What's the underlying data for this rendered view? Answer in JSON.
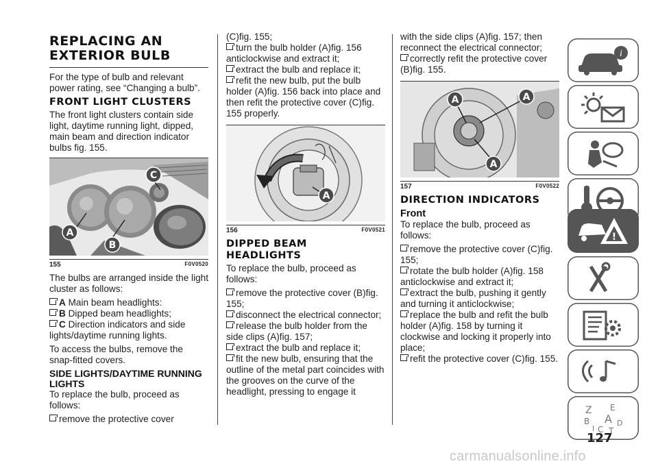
{
  "page_number": "127",
  "watermark": "carmanualsonline.info",
  "col1": {
    "title_l1": "REPLACING AN",
    "title_l2": "EXTERIOR BULB",
    "intro": "For the type of bulb and relevant power rating, see “Changing a bulb”.",
    "h_front": "FRONT LIGHT CLUSTERS",
    "front_text": "The front light clusters contain side light, daytime running light, dipped, main beam and direction indicator bulbs fig. 155.",
    "fig_num": "155",
    "fig_code": "F0V0520",
    "callouts": {
      "a": "A",
      "b": "B",
      "c": "C"
    },
    "arranged": "The bulbs are arranged inside the light cluster as follows:",
    "bulb_a_key": "A",
    "bulb_a": "Main beam headlights:",
    "bulb_b_key": "B",
    "bulb_b": "Dipped beam headlights;",
    "bulb_c_key": "C",
    "bulb_c": "Direction indicators and side lights/daytime running lights.",
    "access": "To access the bulbs, remove the snap-fitted covers.",
    "h_side_l1": "SIDE LIGHTS/DAYTIME RUNNING",
    "h_side_l2": "LIGHTS",
    "side_text": "To replace the bulb, proceed as follows:",
    "side_b1": "remove the protective cover"
  },
  "col2": {
    "cont": "(C)fig. 155;",
    "b1": "turn the bulb holder (A)fig. 156 anticlockwise and extract it;",
    "b2": "extract the bulb and replace it;",
    "b3": "refit the new bulb, put the bulb holder (A)fig. 156 back into place and then refit the protective cover (C)fig. 155 properly.",
    "fig_num": "156",
    "fig_code": "F0V0521",
    "callout": "A",
    "h_dipped_l1": "DIPPED BEAM",
    "h_dipped_l2": "HEADLIGHTS",
    "dipped_text": "To replace the bulb, proceed as follows:",
    "d1": "remove the protective cover (B)fig. 155;",
    "d2": "disconnect the electrical connector;",
    "d3": "release the bulb holder from the side clips (A)fig. 157;",
    "d4": "extract the bulb and replace it;",
    "d5": "fit the new bulb, ensuring that the outline of the metal part coincides with the grooves on the curve of the headlight, pressing to engage it"
  },
  "col3": {
    "cont": "with the side clips (A)fig. 157; then reconnect the electrical connector;",
    "b1": "correctly refit the protective cover (B)fig. 155.",
    "fig_num": "157",
    "fig_code": "F0V0522",
    "callout": "A",
    "h_dir": "DIRECTION INDICATORS",
    "h_front": "Front",
    "dir_text": "To replace the bulb, proceed as follows:",
    "e1": "remove the protective cover (C)fig. 155;",
    "e2": "rotate the bulb holder (A)fig. 158 anticlockwise and extract it;",
    "e3": "extract the bulb, pushing it gently and turning it anticlockwise;",
    "e4": "replace the bulb and refit the bulb holder (A)fig. 158 by turning it clockwise and locking it properly into place;",
    "e5": "refit the protective cover (C)fig. 155."
  },
  "nav_tabs": [
    {
      "icon": "car-info-icon",
      "active": false
    },
    {
      "icon": "warning-lights-icon",
      "active": false
    },
    {
      "icon": "airbag-safety-icon",
      "active": false
    },
    {
      "icon": "steering-key-icon",
      "active": false
    },
    {
      "icon": "breakdown-icon",
      "active": true
    },
    {
      "icon": "maintenance-icon",
      "active": false
    },
    {
      "icon": "technical-data-icon",
      "active": false
    },
    {
      "icon": "multimedia-icon",
      "active": false
    },
    {
      "icon": "index-icon",
      "active": false
    }
  ],
  "index_letters": {
    "z": "Z",
    "e": "E",
    "b": "B",
    "a": "A",
    "d": "D",
    "i": "I",
    "c": "C",
    "t": "T"
  }
}
